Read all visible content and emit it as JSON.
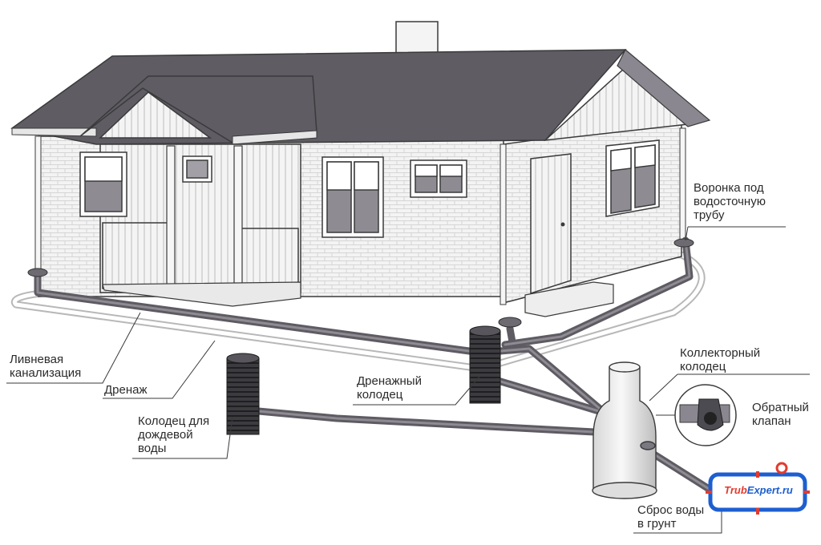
{
  "labels": {
    "funnel": "Воронка под\nводосточную\nтрубу",
    "storm_sewer": "Ливневая\nканализация",
    "drainage": "Дренаж",
    "drain_well": "Дренажный\nколодец",
    "rain_well": "Колодец для\nдождевой\nводы",
    "collector_well": "Коллекторный\nколодец",
    "check_valve": "Обратный\nклапан",
    "ground_discharge": "Сброс воды\nв грунт"
  },
  "logo": {
    "part1": "Trub",
    "part2": "Expert.ru"
  },
  "colors": {
    "roof": "#5f5c64",
    "wall": "#f2f2f2",
    "brick_line": "#cfcfcf",
    "outline": "#3a3a3a",
    "pipe": "#6f6c74",
    "drain_line": "#b9b9b9",
    "logo_blue": "#1d5fd0",
    "logo_red": "#e23b2e"
  }
}
